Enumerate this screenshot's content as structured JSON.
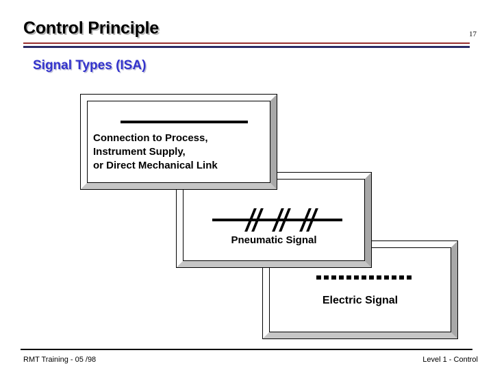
{
  "slide": {
    "title": "Control Principle",
    "page_number": "17",
    "subtitle": "Signal Types (ISA)",
    "accent_colors": {
      "rule_red": "#962C2C",
      "rule_navy": "#2B2B66",
      "subtitle_blue": "#3333CC",
      "frame_highlight": "#FDFDFD",
      "frame_shadow": "#A8A8A8",
      "background": "#FFFFFF"
    }
  },
  "boxes": [
    {
      "id": "connection",
      "symbol_name": "solid-line-symbol",
      "symbol_type": "solid-line",
      "lines": [
        "Connection to Process,",
        "Instrument Supply,",
        "or Direct Mechanical Link"
      ]
    },
    {
      "id": "pneumatic",
      "symbol_name": "pneumatic-line-symbol",
      "symbol_type": "line-with-double-slashes",
      "slash_count": 3,
      "label": "Pneumatic Signal"
    },
    {
      "id": "electric",
      "symbol_name": "dashed-line-symbol",
      "symbol_type": "dashed-line",
      "dash_count": 14,
      "label": "Electric Signal"
    }
  ],
  "footer": {
    "left": "RMT Training -  05 /98",
    "right": "Level 1 - Control"
  }
}
